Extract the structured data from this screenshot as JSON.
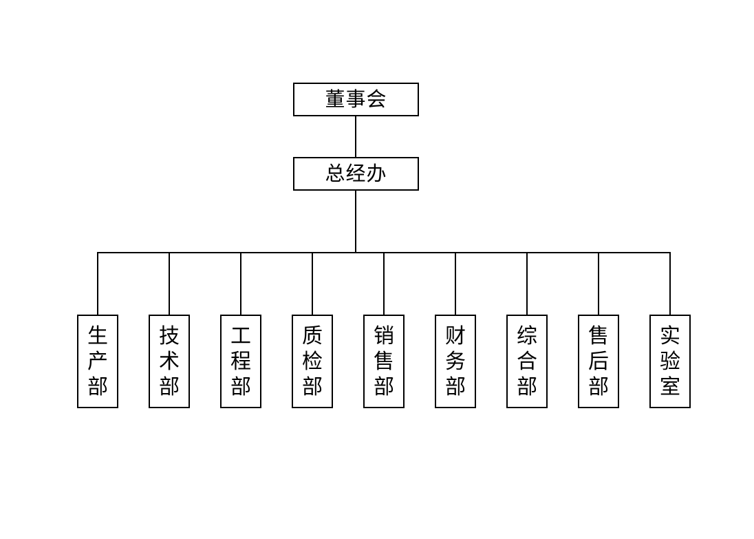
{
  "page": {
    "background": "#ffffff",
    "line_color": "#000000",
    "box_border_color": "#000000",
    "text_color": "#000000"
  },
  "org_chart": {
    "root": {
      "label": "董事会"
    },
    "level2": {
      "label": "总经办"
    },
    "departments": [
      {
        "label": "生产部"
      },
      {
        "label": "技术部"
      },
      {
        "label": "工程部"
      },
      {
        "label": "质检部"
      },
      {
        "label": "销售部"
      },
      {
        "label": "财务部"
      },
      {
        "label": "综合部"
      },
      {
        "label": "售后部"
      },
      {
        "label": "实验室"
      }
    ]
  }
}
